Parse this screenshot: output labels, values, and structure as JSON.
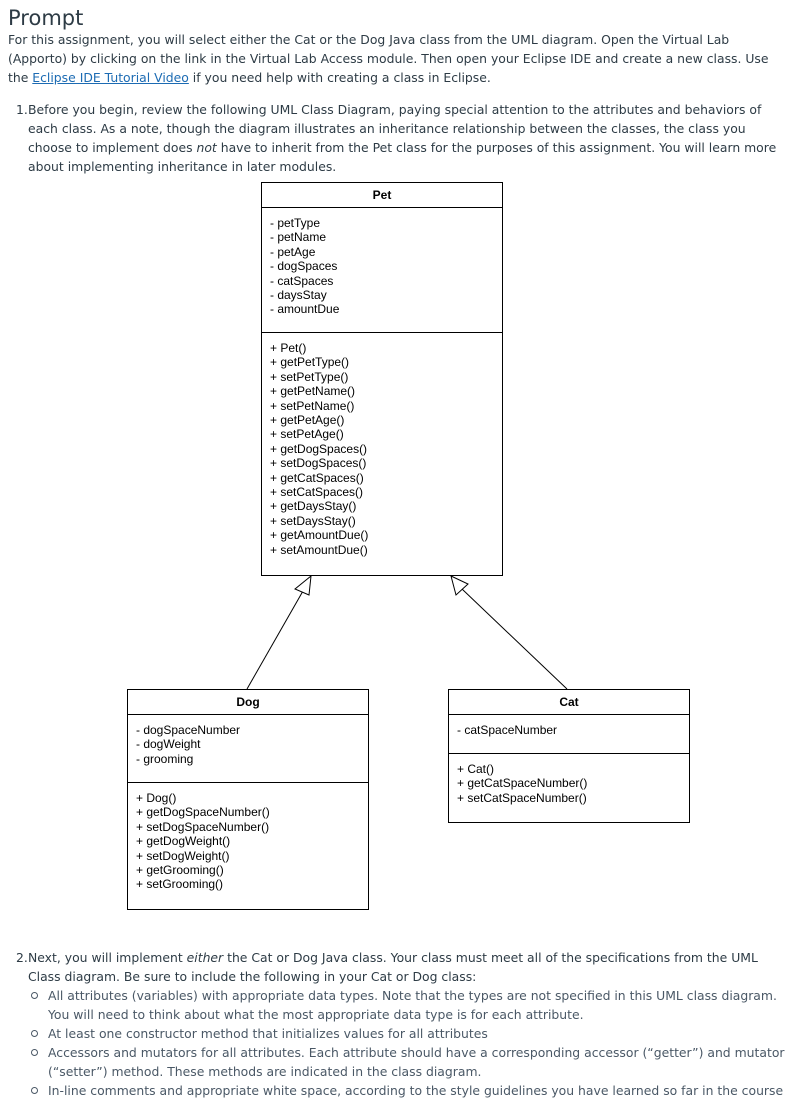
{
  "heading": "Prompt",
  "intro": {
    "text_before_link": "For this assignment, you will select either the Cat or the Dog Java class from the UML diagram. Open the Virtual Lab (Apporto) by clicking on the link in the Virtual Lab Access module. Then open your Eclipse IDE and create a new class. Use the ",
    "link_text": "Eclipse IDE Tutorial Video",
    "text_after_link": " if you need help with creating a class in Eclipse."
  },
  "step1": {
    "number": "1.",
    "text_before_em": "Before you begin, review the following UML Class Diagram, paying special attention to the attributes and behaviors of each class. As a note, though the diagram illustrates an inheritance relationship between the classes, the class you choose to implement does ",
    "em": "not",
    "text_after_em": " have to inherit from the Pet class for the purposes of this assignment. You will learn more about implementing inheritance in later modules."
  },
  "uml": {
    "pet": {
      "name": "Pet",
      "attributes": [
        "- petType",
        "- petName",
        "- petAge",
        "- dogSpaces",
        "- catSpaces",
        "- daysStay",
        "- amountDue"
      ],
      "methods": [
        "+ Pet()",
        "+ getPetType()",
        "+ setPetType()",
        "+ getPetName()",
        "+ setPetName()",
        "+ getPetAge()",
        "+ setPetAge()",
        "+ getDogSpaces()",
        "+ setDogSpaces()",
        "+ getCatSpaces()",
        "+ setCatSpaces()",
        "+ getDaysStay()",
        "+ setDaysStay()",
        "+ getAmountDue()",
        "+ setAmountDue()"
      ]
    },
    "dog": {
      "name": "Dog",
      "attributes": [
        "- dogSpaceNumber",
        "- dogWeight",
        "- grooming"
      ],
      "methods": [
        "+ Dog()",
        "+ getDogSpaceNumber()",
        "+ setDogSpaceNumber()",
        "+ getDogWeight()",
        "+ setDogWeight()",
        "+ getGrooming()",
        "+ setGrooming()"
      ]
    },
    "cat": {
      "name": "Cat",
      "attributes": [
        "- catSpaceNumber"
      ],
      "methods": [
        "+ Cat()",
        "+ getCatSpaceNumber()",
        "+ setCatSpaceNumber()"
      ]
    }
  },
  "step2": {
    "number": "2.",
    "text_before_em": "Next, you will implement ",
    "em": "either",
    "text_after_em": " the Cat or Dog Java class. Your class must meet all of the specifications from the UML Class diagram. Be sure to include the following in your Cat or Dog class:",
    "bullets": [
      "All attributes (variables) with appropriate data types. Note that the types are not specified in this UML class diagram. You will need to think about what the most appropriate data type is for each attribute.",
      "At least one constructor method that initializes values for all attributes",
      "Accessors and mutators for all attributes. Each attribute should have a corresponding accessor (“getter”) and mutator (“setter”) method. These methods are indicated in the class diagram.",
      "In-line comments and appropriate white space, according to the style guidelines you have learned so far in the course"
    ]
  }
}
